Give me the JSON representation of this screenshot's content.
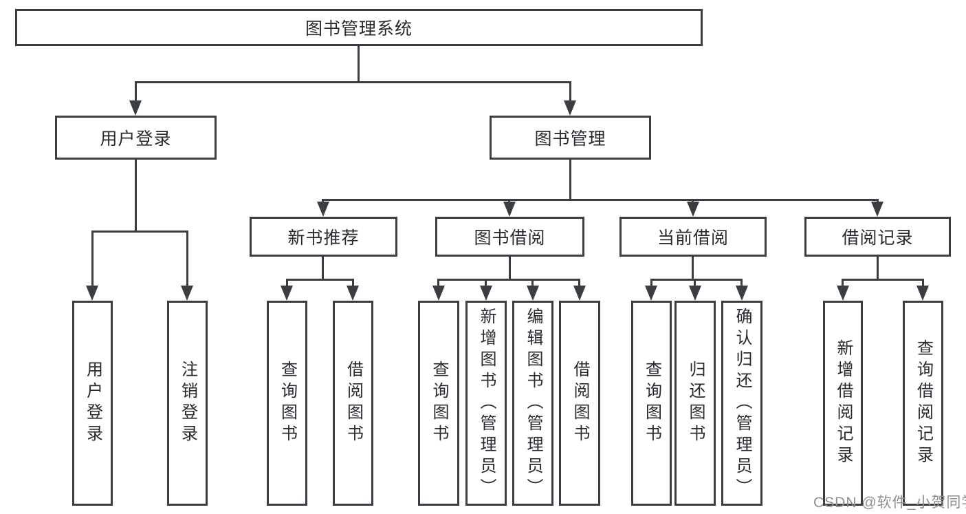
{
  "diagram": {
    "title": "图书管理系统",
    "root": {
      "label": "图书管理系统"
    },
    "level2": {
      "user_login": {
        "label": "用户登录"
      },
      "book_mgmt": {
        "label": "图书管理"
      }
    },
    "level3": {
      "new_books": {
        "label": "新书推荐"
      },
      "borrow": {
        "label": "图书借阅"
      },
      "current": {
        "label": "当前借阅"
      },
      "records": {
        "label": "借阅记录"
      }
    },
    "leaves": {
      "user_login": [
        "用户登录",
        "注销登录"
      ],
      "new_books": [
        "查询图书",
        "借阅图书"
      ],
      "borrow": [
        "查询图书",
        "新增图书（管理员）",
        "编辑图书（管理员）",
        "借阅图书"
      ],
      "current": [
        "查询图书",
        "归还图书",
        "确认归还（管理员）"
      ],
      "records": [
        "新增借阅记录",
        "查询借阅记录"
      ]
    }
  },
  "watermark": {
    "text": "CSDN @软件_小贺同学"
  },
  "colors": {
    "line": "#3a3e43",
    "text": "#26292d",
    "watermark": "#8f8f8f",
    "background": "#ffffff"
  }
}
